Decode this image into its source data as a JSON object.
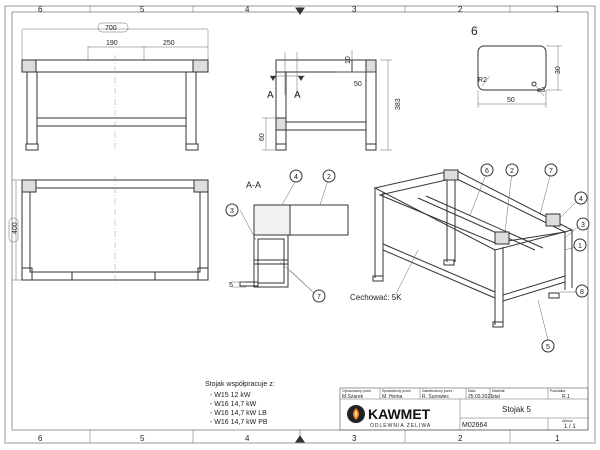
{
  "zones": {
    "top": [
      "6",
      "5",
      "4",
      "3",
      "2",
      "1"
    ],
    "bottom": [
      "6",
      "5",
      "4",
      "3",
      "2",
      "1"
    ]
  },
  "views": {
    "front": {
      "width": "700",
      "dims": [
        "190",
        "250"
      ]
    },
    "side": {
      "dims": [
        "10",
        "50",
        "383",
        "60"
      ],
      "section": [
        "A",
        "A"
      ]
    },
    "plan": {
      "depth": "400"
    },
    "section": {
      "title": "A-A",
      "dims": [
        "5"
      ]
    },
    "detail": {
      "title": "6",
      "dims": [
        "30",
        "50",
        "R2",
        "⌀3"
      ]
    },
    "iso": {
      "note": "Cechować: 5K"
    }
  },
  "balloons": [
    "4",
    "2",
    "3",
    "7",
    "6",
    "2",
    "7",
    "4",
    "3",
    "1",
    "8",
    "5"
  ],
  "notes": {
    "heading": "Stojak współpracuje z:",
    "items": [
      "- W15 12 kW",
      "- W16 14,7 kW",
      "- W16 14,7 kW LB",
      "- W16 14,7 kW PB"
    ]
  },
  "title_block": {
    "drawn_label": "Opracowany przez",
    "drawn_by": "M.Szarek",
    "checked_label": "Sprawdzony przez",
    "checked_by": "M. Homa",
    "approved_label": "Zatwierdzony przez",
    "approved_by": "R. Surowiec",
    "date_label": "Data",
    "date": "25.03.2021",
    "material_label": "Materiał",
    "material": "stal",
    "scale_label": "Podziałka",
    "scale": "R.1",
    "title": "Stojak 5",
    "number": "M02664",
    "sheet_label": "Arkusz",
    "sheet": "1 / 1",
    "brand": "KAWMET",
    "brand_sub": "ODLEWNIA ŻELIWA"
  }
}
